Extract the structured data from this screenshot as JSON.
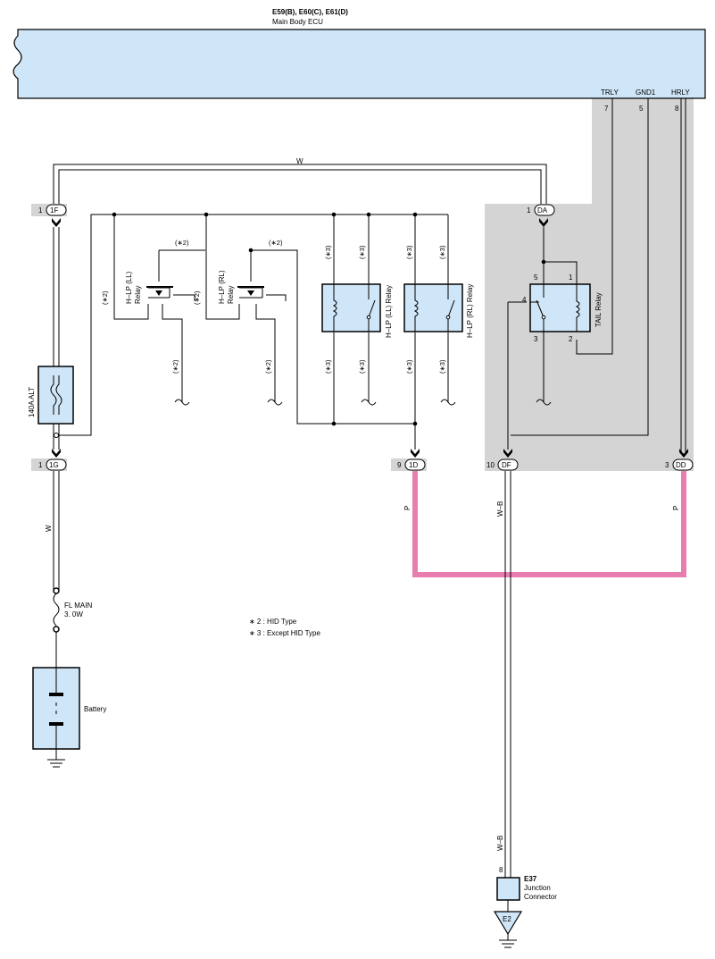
{
  "ecu": {
    "connectors": "E59(B), E60(C), E61(D)",
    "name": "Main Body ECU",
    "pins": [
      {
        "name": "TRLY",
        "num": "7"
      },
      {
        "name": "GND1",
        "num": "5"
      },
      {
        "name": "HRLY",
        "num": "8"
      }
    ]
  },
  "wire_colors": {
    "top": "W",
    "left": "W",
    "p1": "P",
    "wb1": "W–B",
    "p2": "P",
    "wb2": "W–B"
  },
  "connectors": {
    "c1f": {
      "pin": "1",
      "id": "1F"
    },
    "cda": {
      "pin": "1",
      "id": "DA"
    },
    "c1g": {
      "pin": "1",
      "id": "1G"
    },
    "c1d": {
      "pin": "9",
      "id": "1D"
    },
    "cdf": {
      "pin": "10",
      "id": "DF"
    },
    "cdd": {
      "pin": "3",
      "id": "DD"
    }
  },
  "components": {
    "alt_fuse": "140A ALT",
    "fl_main_line1": "FL MAIN",
    "fl_main_line2": "3. 0W",
    "battery": "Battery",
    "hlp_ll_hid_1": "H–LP (LL)",
    "hlp_ll_hid_2": "Relay",
    "hlp_rl_hid_1": "H–LP (RL)",
    "hlp_rl_hid_2": "Relay",
    "hlp_ll_relay": "H–LP (LL) Relay",
    "hlp_rl_relay": "H–LP (RL) Relay",
    "tail_relay": "TAIL Relay",
    "tail_pins": {
      "p5": "5",
      "p1": "1",
      "p4": "4",
      "p3": "3",
      "p2": "2"
    },
    "junction_id": "E37",
    "junction_line1": "Junction",
    "junction_line2": "Connector",
    "junction_pin": "8",
    "ground_id": "E2"
  },
  "notes": {
    "n2": "(∗2)",
    "n3": "(∗3)",
    "legend_2": "∗ 2 : HID Type",
    "legend_3": "∗ 3 : Except HID Type"
  },
  "colors": {
    "ecu_fill": "#cfe6f8",
    "shade": "#d4d4d4",
    "pink": "#e87db0"
  }
}
